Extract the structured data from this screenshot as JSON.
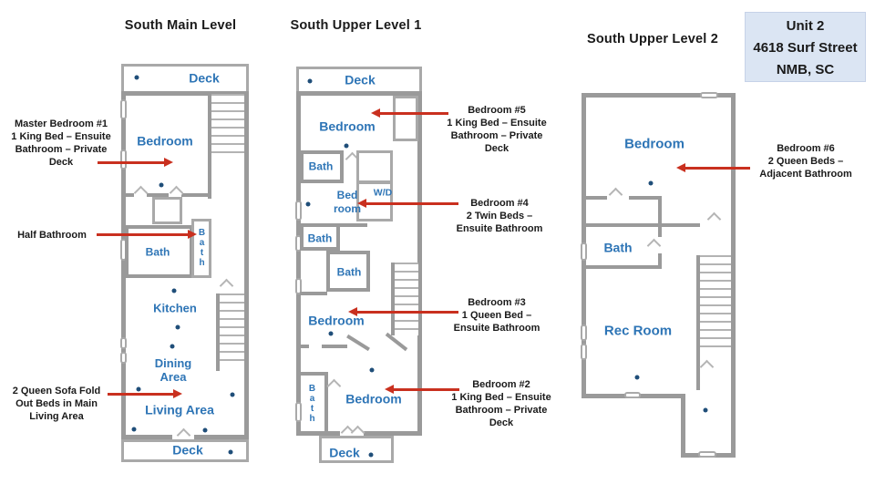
{
  "titles": {
    "plan1": "South Main Level",
    "plan2": "South Upper Level 1",
    "plan3": "South Upper Level 2"
  },
  "unit_box": {
    "line1": "Unit 2",
    "line2": "4618 Surf Street",
    "line3": "NMB, SC"
  },
  "plan1": {
    "deck_top": "Deck",
    "bedroom": "Bedroom",
    "bath": "Bath",
    "half_bath": "Bath",
    "kitchen": "Kitchen",
    "dining": "Dining\nArea",
    "living": "Living Area",
    "deck_bottom": "Deck"
  },
  "plan2": {
    "deck_top": "Deck",
    "bedroom5": "Bedroom",
    "bath5": "Bath",
    "bedroom4": "Bed\nroom",
    "wd": "W/D",
    "bath4": "Bath",
    "bath3": "Bath",
    "bedroom3": "Bedroom",
    "bath2": "Bath",
    "bedroom2": "Bedroom",
    "deck_bottom": "Deck"
  },
  "plan3": {
    "bedroom6": "Bedroom",
    "bath": "Bath",
    "rec_room": "Rec Room"
  },
  "annotations": {
    "master_bedroom1": "Master Bedroom #1\n1 King Bed – Ensuite\nBathroom – Private\nDeck",
    "half_bathroom": "Half Bathroom",
    "sofa_beds": "2 Queen Sofa Fold\nOut Beds in Main\nLiving Area",
    "bedroom5": "Bedroom #5\n1 King Bed – Ensuite\nBathroom – Private\nDeck",
    "bedroom4": "Bedroom #4\n2 Twin Beds –\nEnsuite Bathroom",
    "bedroom3": "Bedroom #3\n1 Queen Bed –\nEnsuite Bathroom",
    "bedroom2": "Bedroom #2\n1 King Bed – Ensuite\nBathroom – Private\nDeck",
    "bedroom6": "Bedroom #6\n2 Queen Beds –\nAdjacent Bathroom"
  },
  "colors": {
    "wall": "#9a9a9a",
    "room_label": "#2e75b6",
    "arrow": "#c9301f",
    "dot": "#1f4e79",
    "unit_box_bg": "#dbe5f3"
  }
}
